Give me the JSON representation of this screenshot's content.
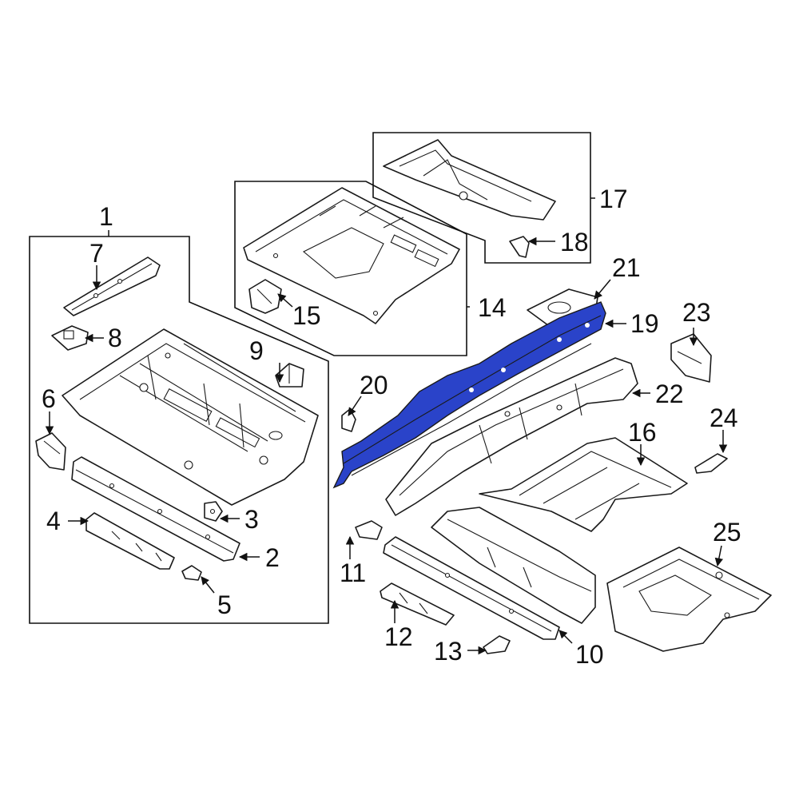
{
  "diagram": {
    "highlight_color": "#2a43c9",
    "line_color": "#1a1a1a",
    "callouts": {
      "c1": "1",
      "c2": "2",
      "c3": "3",
      "c4": "4",
      "c5": "5",
      "c6": "6",
      "c7": "7",
      "c8": "8",
      "c9": "9",
      "c10": "10",
      "c11": "11",
      "c12": "12",
      "c13": "13",
      "c14": "14",
      "c15": "15",
      "c16": "16",
      "c17": "17",
      "c18": "18",
      "c19": "19",
      "c20": "20",
      "c21": "21",
      "c22": "22",
      "c23": "23",
      "c24": "24",
      "c25": "25"
    }
  }
}
